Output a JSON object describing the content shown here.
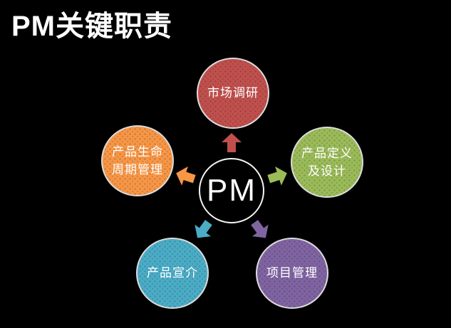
{
  "slide": {
    "title": "PM关键职责",
    "background_color": "#000000",
    "title_color": "#ffffff"
  },
  "diagram": {
    "center": {
      "label": "PM",
      "fill_color": "#000000",
      "ring_color": "#f5f5f5",
      "text_color": "#ffffff"
    },
    "label_text_color": "#ffffff",
    "nodes": [
      {
        "id": "market-research",
        "position": "top",
        "label": "市场调研",
        "lines": [
          "市场调研",
          ""
        ],
        "color": "#c0504d"
      },
      {
        "id": "product-definition-and-design",
        "position": "right",
        "label": "产品定义及设计",
        "lines": [
          "产品定义",
          "及设计"
        ],
        "color": "#9bbb59"
      },
      {
        "id": "project-management",
        "position": "bottom-right",
        "label": "项目管理",
        "lines": [
          "项目管理",
          ""
        ],
        "color": "#8064a2"
      },
      {
        "id": "product-promotion",
        "position": "bottom-left",
        "label": "产品宣介",
        "lines": [
          "产品宣介",
          ""
        ],
        "color": "#4bacc6"
      },
      {
        "id": "product-lifecycle-management",
        "position": "left",
        "label": "产品生命周期管理",
        "lines": [
          "产品生命",
          "周期管理"
        ],
        "color": "#f79646"
      }
    ]
  }
}
